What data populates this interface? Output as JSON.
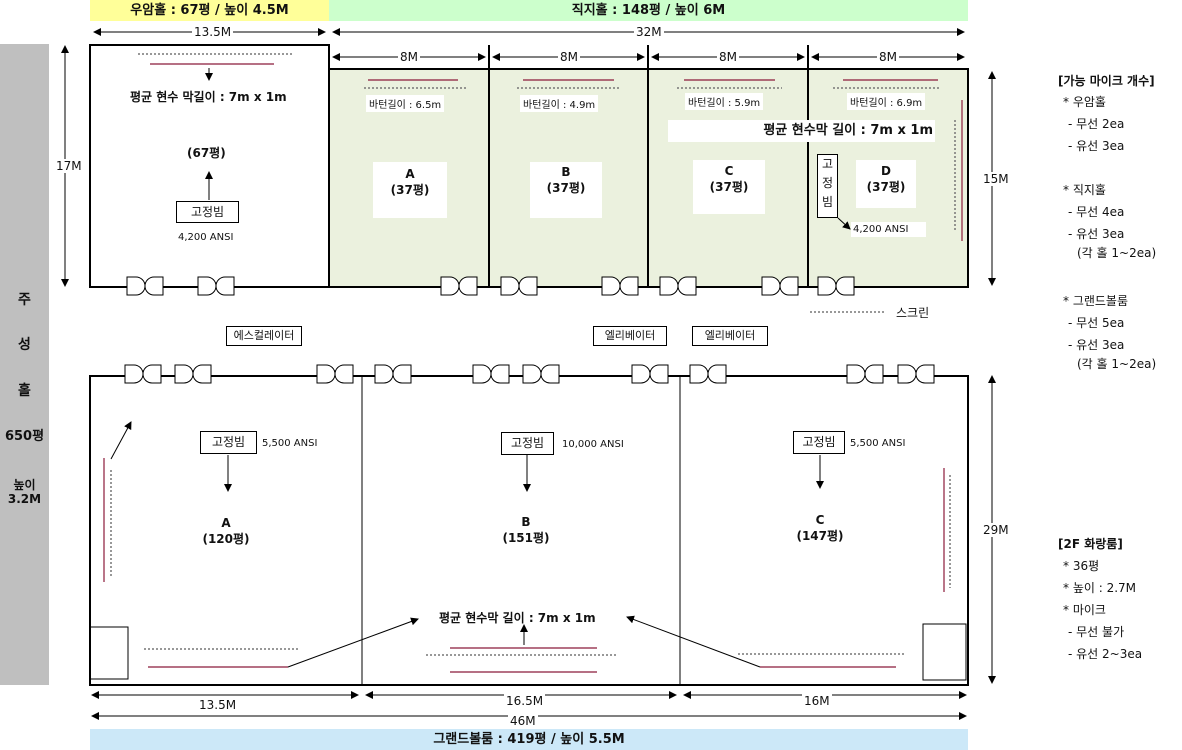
{
  "bands": {
    "uam": "우암홀 : 67평 / 높이 4.5M",
    "jikji": "직지홀 : 148평 / 높이 6M",
    "grand": "그랜드볼룸 : 419평 / 높이 5.5M"
  },
  "left_panel": {
    "chars": [
      "주",
      "성",
      "홀"
    ],
    "size": "650평",
    "height_label": "높이",
    "height_value": "3.2M"
  },
  "dims": {
    "uam_width": "13.5M",
    "jikji_width": "32M",
    "seg1": "8M",
    "seg2": "8M",
    "seg3": "8M",
    "seg4": "8M",
    "uam_height": "17M",
    "jikji_height": "15M",
    "grand_height": "29M",
    "gb1": "13.5M",
    "gb2": "16.5M",
    "gb3": "16M",
    "gb_total": "46M"
  },
  "uam": {
    "screen": "평균 현수 막길이 : 7m x 1m",
    "size": "(67평)",
    "beam": "고정빔",
    "ansi": "4,200 ANSI"
  },
  "jikji": {
    "batten_a": "바턴길이 : 6.5m",
    "batten_b": "바턴길이 : 4.9m",
    "batten_c": "바턴길이 : 5.9m",
    "batten_d": "바턴길이 : 6.9m",
    "screen": "평균 현수막 길이 : 7m x 1m",
    "room_a": "A",
    "size_a": "(37평)",
    "room_b": "B",
    "size_b": "(37평)",
    "room_c": "C",
    "size_c": "(37평)",
    "room_d": "D",
    "size_d": "(37평)",
    "beam_v": [
      "고",
      "정",
      "빔"
    ],
    "ansi": "4,200 ANSI"
  },
  "middle": {
    "screen_legend": "스크린",
    "escalator": "에스컬레이터",
    "elevator1": "엘리베이터",
    "elevator2": "엘리베이터"
  },
  "grand": {
    "beam_a": "고정빔",
    "ansi_a": "5,500 ANSI",
    "beam_b": "고정빔",
    "ansi_b": "10,000 ANSI",
    "beam_c": "고정빔",
    "ansi_c": "5,500 ANSI",
    "room_a": "A",
    "size_a": "(120평)",
    "room_b": "B",
    "size_b": "(151평)",
    "room_c": "C",
    "size_c": "(147평)",
    "screen": "평균 현수막 길이 : 7m x 1m"
  },
  "mic": {
    "title": "[가능 마이크 개수]",
    "uam_h": "* 우암홀",
    "uam_wl": "- 무선 2ea",
    "uam_w": "- 유선 3ea",
    "jikji_h": "* 직지홀",
    "jikji_wl": "- 무선 4ea",
    "jikji_w": "- 유선 3ea",
    "jikji_note": "(각 홀 1~2ea)",
    "grand_h": "* 그랜드볼룸",
    "grand_wl": "- 무선 5ea",
    "grand_w": "- 유선 3ea",
    "grand_note": "(각 홀 1~2ea)"
  },
  "f2": {
    "title": "[2F 화랑룸]",
    "size": "* 36평",
    "height": "* 높이 : 2.7M",
    "mic": "* 마이크",
    "wl": "- 무선 불가",
    "w": "- 유선 2~3ea"
  },
  "colors": {
    "uam_band": "#ffff99",
    "jikji_band": "#ccffcc",
    "grand_band": "#cce8f8",
    "left_panel": "#bfbfbf",
    "jikji_fill": "#ebf1de",
    "screen_line": "#8b1a3a"
  }
}
